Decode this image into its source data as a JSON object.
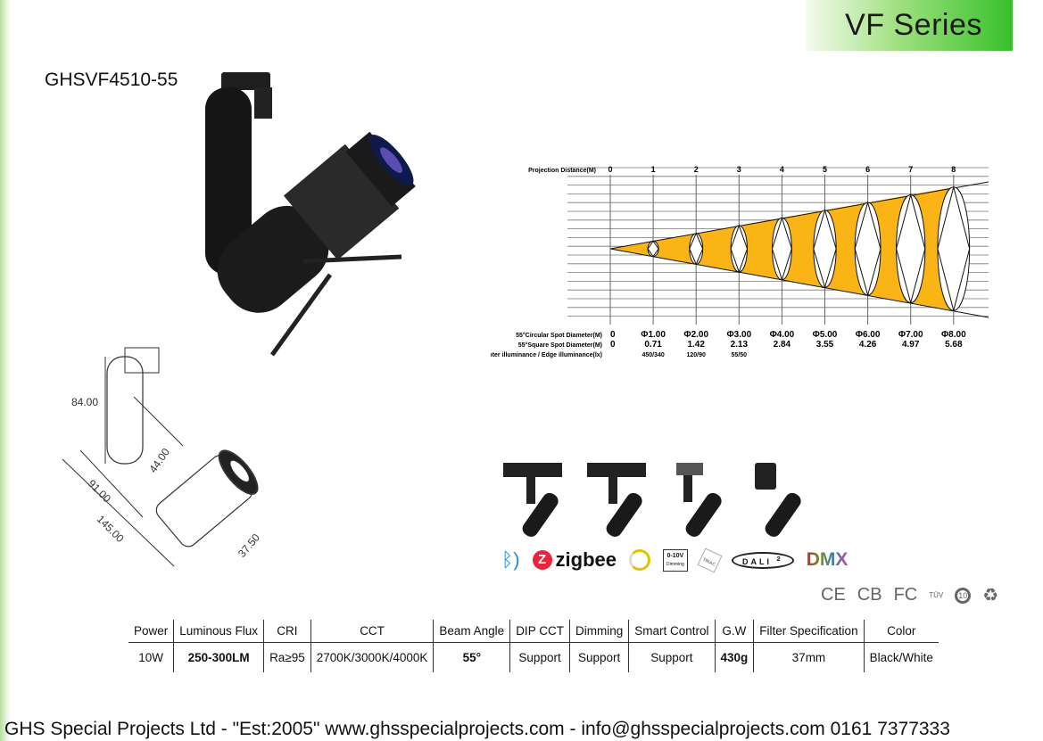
{
  "banner": {
    "title": "VF Series"
  },
  "product": {
    "model": "GHSVF4510-55"
  },
  "dimensions": {
    "height": "84.00",
    "neck": "44.00",
    "length1": "91.00",
    "length2": "145.00",
    "diameter": "37.50"
  },
  "beam_chart": {
    "header_label": "Projection Distance(M)",
    "distances": [
      "0",
      "1",
      "2",
      "3",
      "4",
      "5",
      "6",
      "7",
      "8"
    ],
    "rows": [
      {
        "label": "55°Circular Spot Diameter(M)",
        "values": [
          "0",
          "Φ1.00",
          "Φ2.00",
          "Φ3.00",
          "Φ4.00",
          "Φ5.00",
          "Φ6.00",
          "Φ7.00",
          "Φ8.00"
        ]
      },
      {
        "label": "55°Square Spot Diameter(M)",
        "values": [
          "0",
          "0.71",
          "1.42",
          "2.13",
          "2.84",
          "3.55",
          "4.26",
          "4.97",
          "5.68"
        ]
      },
      {
        "label": "Center illuminance / Edge illuminance(lx)",
        "values": [
          "",
          "450/340",
          "120/90",
          "55/50",
          "",
          "",
          "",
          "",
          ""
        ]
      }
    ],
    "beam_color": "#fbb416"
  },
  "controls": {
    "zigbee": "zigbee",
    "dimming_box": "0-10V",
    "dimming_sub": "Dimming",
    "triac": "TRIAC",
    "dali": "DALI",
    "dali_version": "2",
    "dmx": "DMX"
  },
  "certifications": [
    "CE",
    "CB",
    "FC",
    "TÜV",
    "10",
    "♻"
  ],
  "specs": {
    "headers": [
      "Power",
      "Luminous Flux",
      "CRI",
      "CCT",
      "Beam Angle",
      "DIP CCT",
      "Dimming",
      "Smart Control",
      "G.W",
      "Filter Specification",
      "Color"
    ],
    "values": [
      "10W",
      "250-300LM",
      "Ra≥95",
      "2700K/3000K/4000K",
      "55°",
      "Support",
      "Support",
      "Support",
      "430g",
      "37mm",
      "Black/White"
    ]
  },
  "footer": "GHS Special Projects Ltd - \"Est:2005\" www.ghsspecialprojects.com - info@ghsspecialprojects.com 0161 7377333"
}
